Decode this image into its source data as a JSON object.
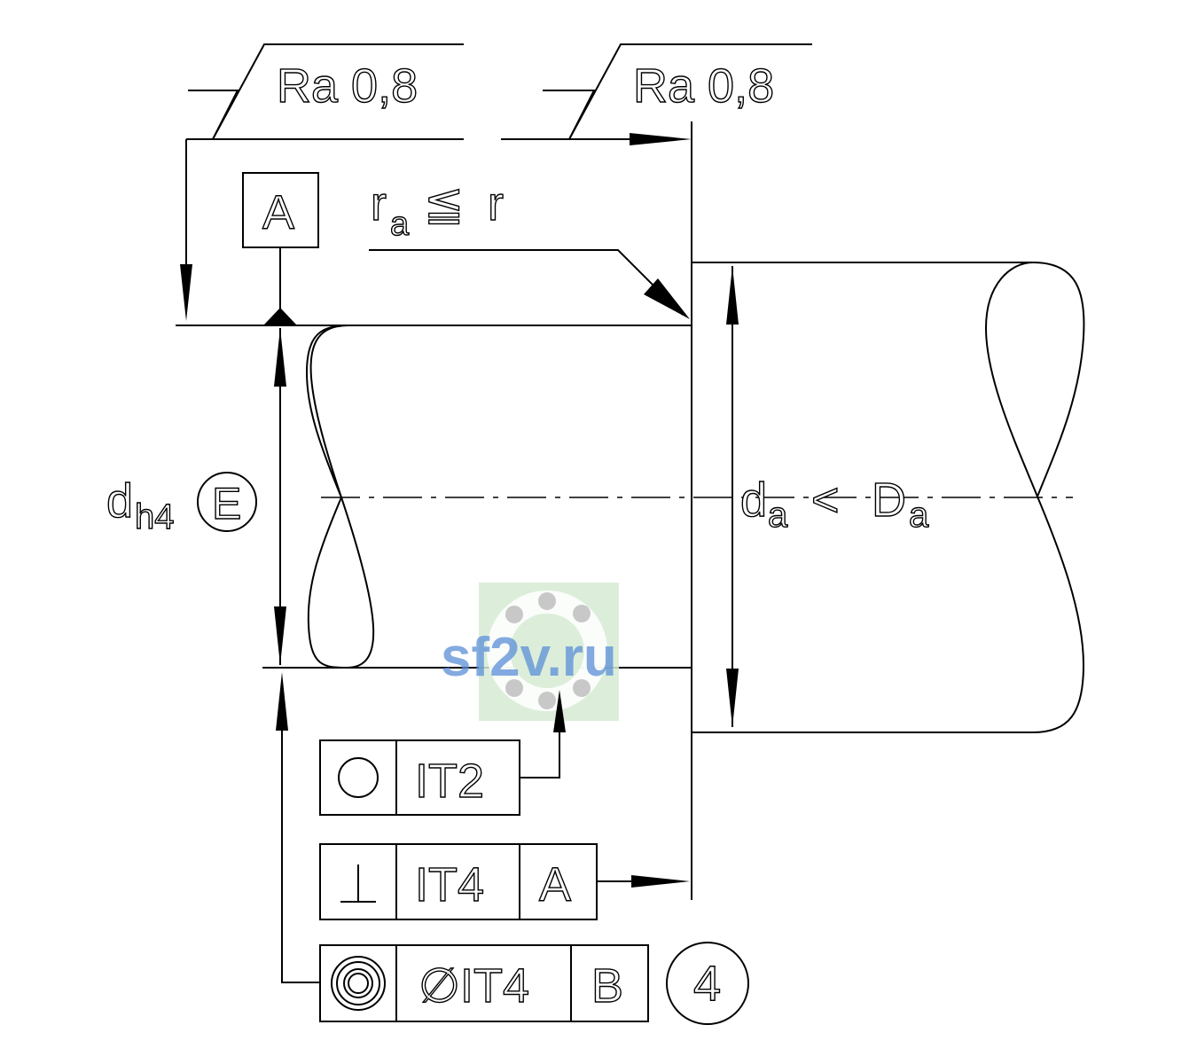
{
  "roughness": {
    "left": "Ra 0,8",
    "right": "Ra 0,8"
  },
  "datum_a": "A",
  "radius_note": {
    "r_main": "r",
    "r_sub": "a",
    "relation": "≦",
    "rhs": "r"
  },
  "shaft_dim": {
    "d": "d",
    "sub": "h4",
    "envelope": "E"
  },
  "shoulder_dim": {
    "d": "d",
    "d_sub": "a",
    "op": "<",
    "D": "D",
    "D_sub": "a"
  },
  "fcf_circularity": {
    "symbol": "○",
    "tolerance": "IT2"
  },
  "fcf_perpendicularity": {
    "symbol": "⊥",
    "tolerance": "IT4",
    "datum": "A"
  },
  "fcf_coaxiality": {
    "symbol": "◎",
    "tolerance": "∅IT4",
    "datum": "B"
  },
  "balloon": "4",
  "watermark": "sf2v.ru"
}
